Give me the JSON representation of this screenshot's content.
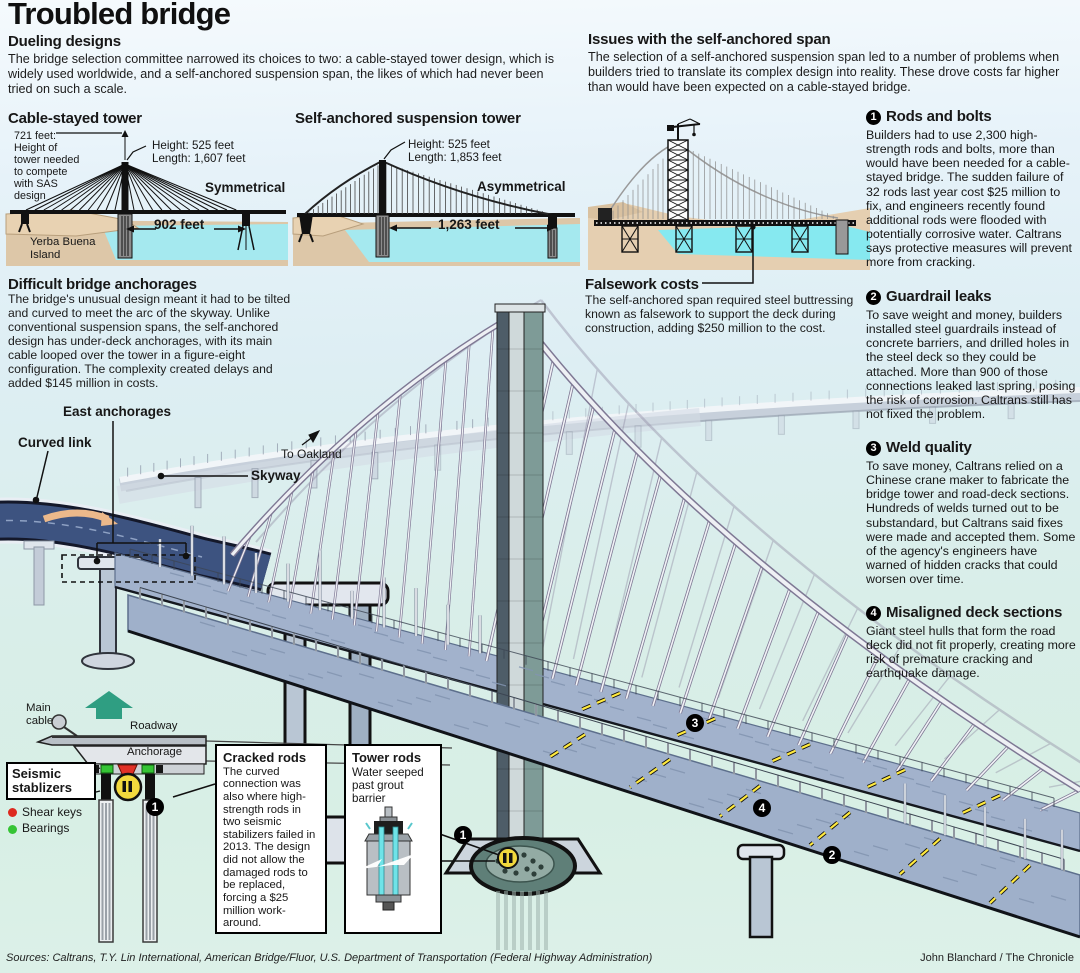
{
  "title": "Troubled bridge",
  "dueling": {
    "heading": "Dueling designs",
    "body": "The bridge selection committee narrowed its choices to two: a cable-stayed tower design, which is widely used worldwide, and a self-anchored suspension span, the likes of which had never been tried on such a scale."
  },
  "issues": {
    "heading": "Issues with the self-anchored span",
    "body": "The selection of a self-anchored suspension span led to a number of problems when builders tried to translate its complex design into reality. These drove costs far higher than would have been expected on a cable-stayed bridge."
  },
  "cable_stayed": {
    "heading": "Cable-stayed tower",
    "note": "721 feet: Height of tower needed to compete with SAS design",
    "height": "Height: 525 feet",
    "length": "Length: 1,607 feet",
    "symmetry": "Symmetrical",
    "span": "902 feet",
    "island": "Yerba Buena Island"
  },
  "self_anchored": {
    "heading": "Self-anchored suspension tower",
    "height": "Height: 525 feet",
    "length": "Length: 1,853 feet",
    "symmetry": "Asymmetrical",
    "span": "1,263 feet"
  },
  "falsework": {
    "heading": "Falsework costs",
    "body": "The self-anchored span required steel buttressing known as falsework to support the deck during construction, adding $250 million to the cost."
  },
  "anchorages": {
    "heading": "Difficult bridge anchorages",
    "body": "The bridge's unusual design meant it had to be tilted and curved to meet the arc of the skyway. Unlike conventional suspension spans, the self-anchored design has under-deck anchorages, with its main cable looped over the tower in a figure-eight configuration. The complexity created delays and added $145 million in costs."
  },
  "issues_list": [
    {
      "num": "1",
      "heading": "Rods and bolts",
      "body": "Builders had to use 2,300 high-strength rods and bolts, more than would have been needed for a cable-stayed bridge. The sudden failure of 32 rods last year cost $25 million to fix, and engineers recently found additional rods were flooded with potentially corrosive water. Caltrans says protective measures will prevent more from cracking."
    },
    {
      "num": "2",
      "heading": "Guardrail leaks",
      "body": "To save weight and money, builders installed steel guardrails instead of concrete barriers, and drilled holes in the steel deck so they could be attached. More than 900 of those connections leaked last spring, posing the risk of corrosion. Caltrans still has not fixed the problem."
    },
    {
      "num": "3",
      "heading": "Weld quality",
      "body": "To save money, Caltrans relied on a Chinese crane maker to fabricate the bridge tower and road-deck sections. Hundreds of welds turned out to be substandard, but Caltrans said fixes were made and accepted them. Some of the agency's engineers have warned of hidden cracks that could worsen over time."
    },
    {
      "num": "4",
      "heading": "Misaligned deck sections",
      "body": "Giant steel hulls that form the road deck did not fit properly, creating more risk of premature cracking and earthquake damage."
    }
  ],
  "map_labels": {
    "east_anchorages": "East anchorages",
    "curved_link": "Curved link",
    "to_oakland": "To Oakland",
    "skyway": "Skyway"
  },
  "inset": {
    "main_cable": "Main cable",
    "roadway": "Roadway",
    "anchorage": "Anchorage",
    "stabilizers": "Seismic stablizers",
    "legend": [
      {
        "label": "Shear keys",
        "color": "#dd2a1f"
      },
      {
        "label": "Bearings",
        "color": "#35c435"
      }
    ]
  },
  "cracked_rods": {
    "heading": "Cracked rods",
    "body": "The curved connection was also where high-strength rods in two seismic stabilizers failed in 2013. The design did not allow the damaged rods to be replaced, forcing a $25 million work-around."
  },
  "tower_rods": {
    "heading": "Tower rods",
    "body": "Water seeped past grout barrier"
  },
  "footer": {
    "sources": "Sources: Caltrans, T.Y. Lin International, American Bridge/Fluor, U.S. Department of Transportation (Federal Highway Administration)",
    "credit": "John Blanchard / The Chronicle"
  }
}
